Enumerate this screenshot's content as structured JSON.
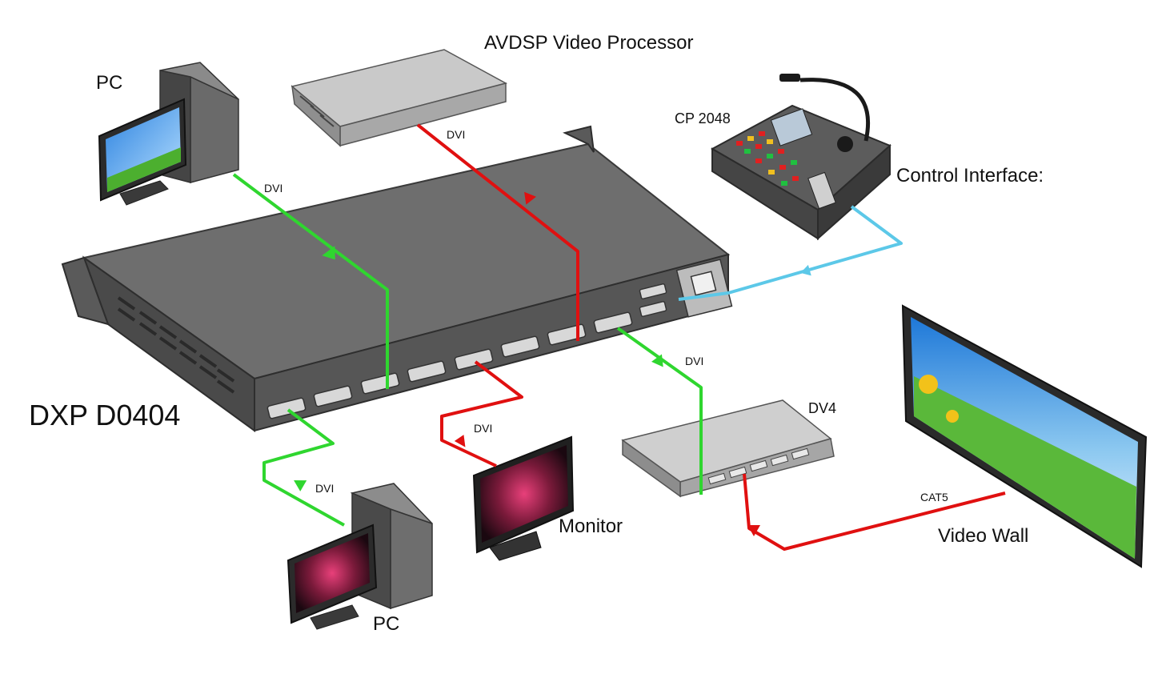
{
  "labels": {
    "processor": "AVDSP Video Processor",
    "pc_top": "PC",
    "cp": "CP 2048",
    "control": "Control Interface:",
    "matrix": "DXP D0404",
    "dv4": "DV4",
    "monitor": "Monitor",
    "videowall": "Video Wall",
    "pc_bottom": "PC"
  },
  "cables": {
    "dvi_pc_top": "DVI",
    "dvi_processor": "DVI",
    "dvi_dv4": "DVI",
    "dvi_monitor": "DVI",
    "dvi_pc_bottom": "DVI",
    "cat5": "CAT5"
  },
  "colors": {
    "green": "#2fd62f",
    "red": "#e01010",
    "cyan": "#5cc8e8",
    "chassis_top": "#6f6f6f",
    "chassis_front": "#555555"
  }
}
